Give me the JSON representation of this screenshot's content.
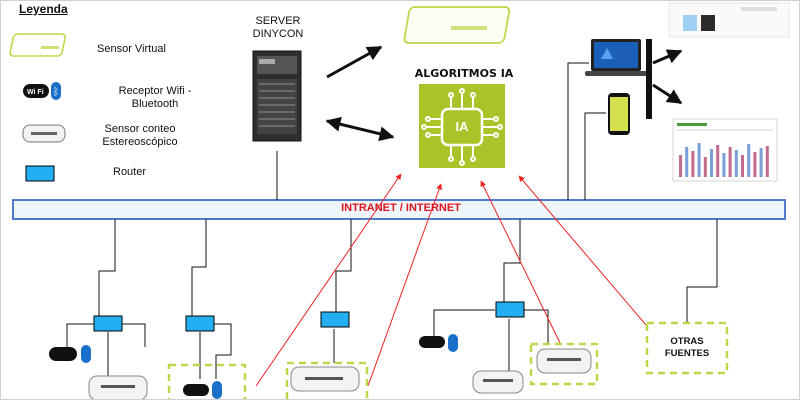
{
  "legend": {
    "title": "Leyenda",
    "items": [
      {
        "label": "Sensor Virtual"
      },
      {
        "label": "Receptor Wifi -\nBluetooth"
      },
      {
        "label": "Sensor conteo\nEstereoscópico"
      },
      {
        "label": "Router"
      }
    ]
  },
  "server": {
    "label": "SERVER\nDINYCON"
  },
  "ai": {
    "title": "ALGORITMOS IA",
    "chip_text": "IA"
  },
  "network": {
    "bus_label": "INTRANET / INTERNET"
  },
  "other_sources": {
    "label": "OTRAS\nFUENTES"
  },
  "wifi_badge_text": "Wi Fi",
  "colors": {
    "accent_green": "#a8c428",
    "virtual_sensor_outline": "#bcd84a",
    "router_blue": "#22aef0",
    "bus_border": "#3d6fc4",
    "bus_label": "#e0141c",
    "red_links": "#ee2222"
  }
}
